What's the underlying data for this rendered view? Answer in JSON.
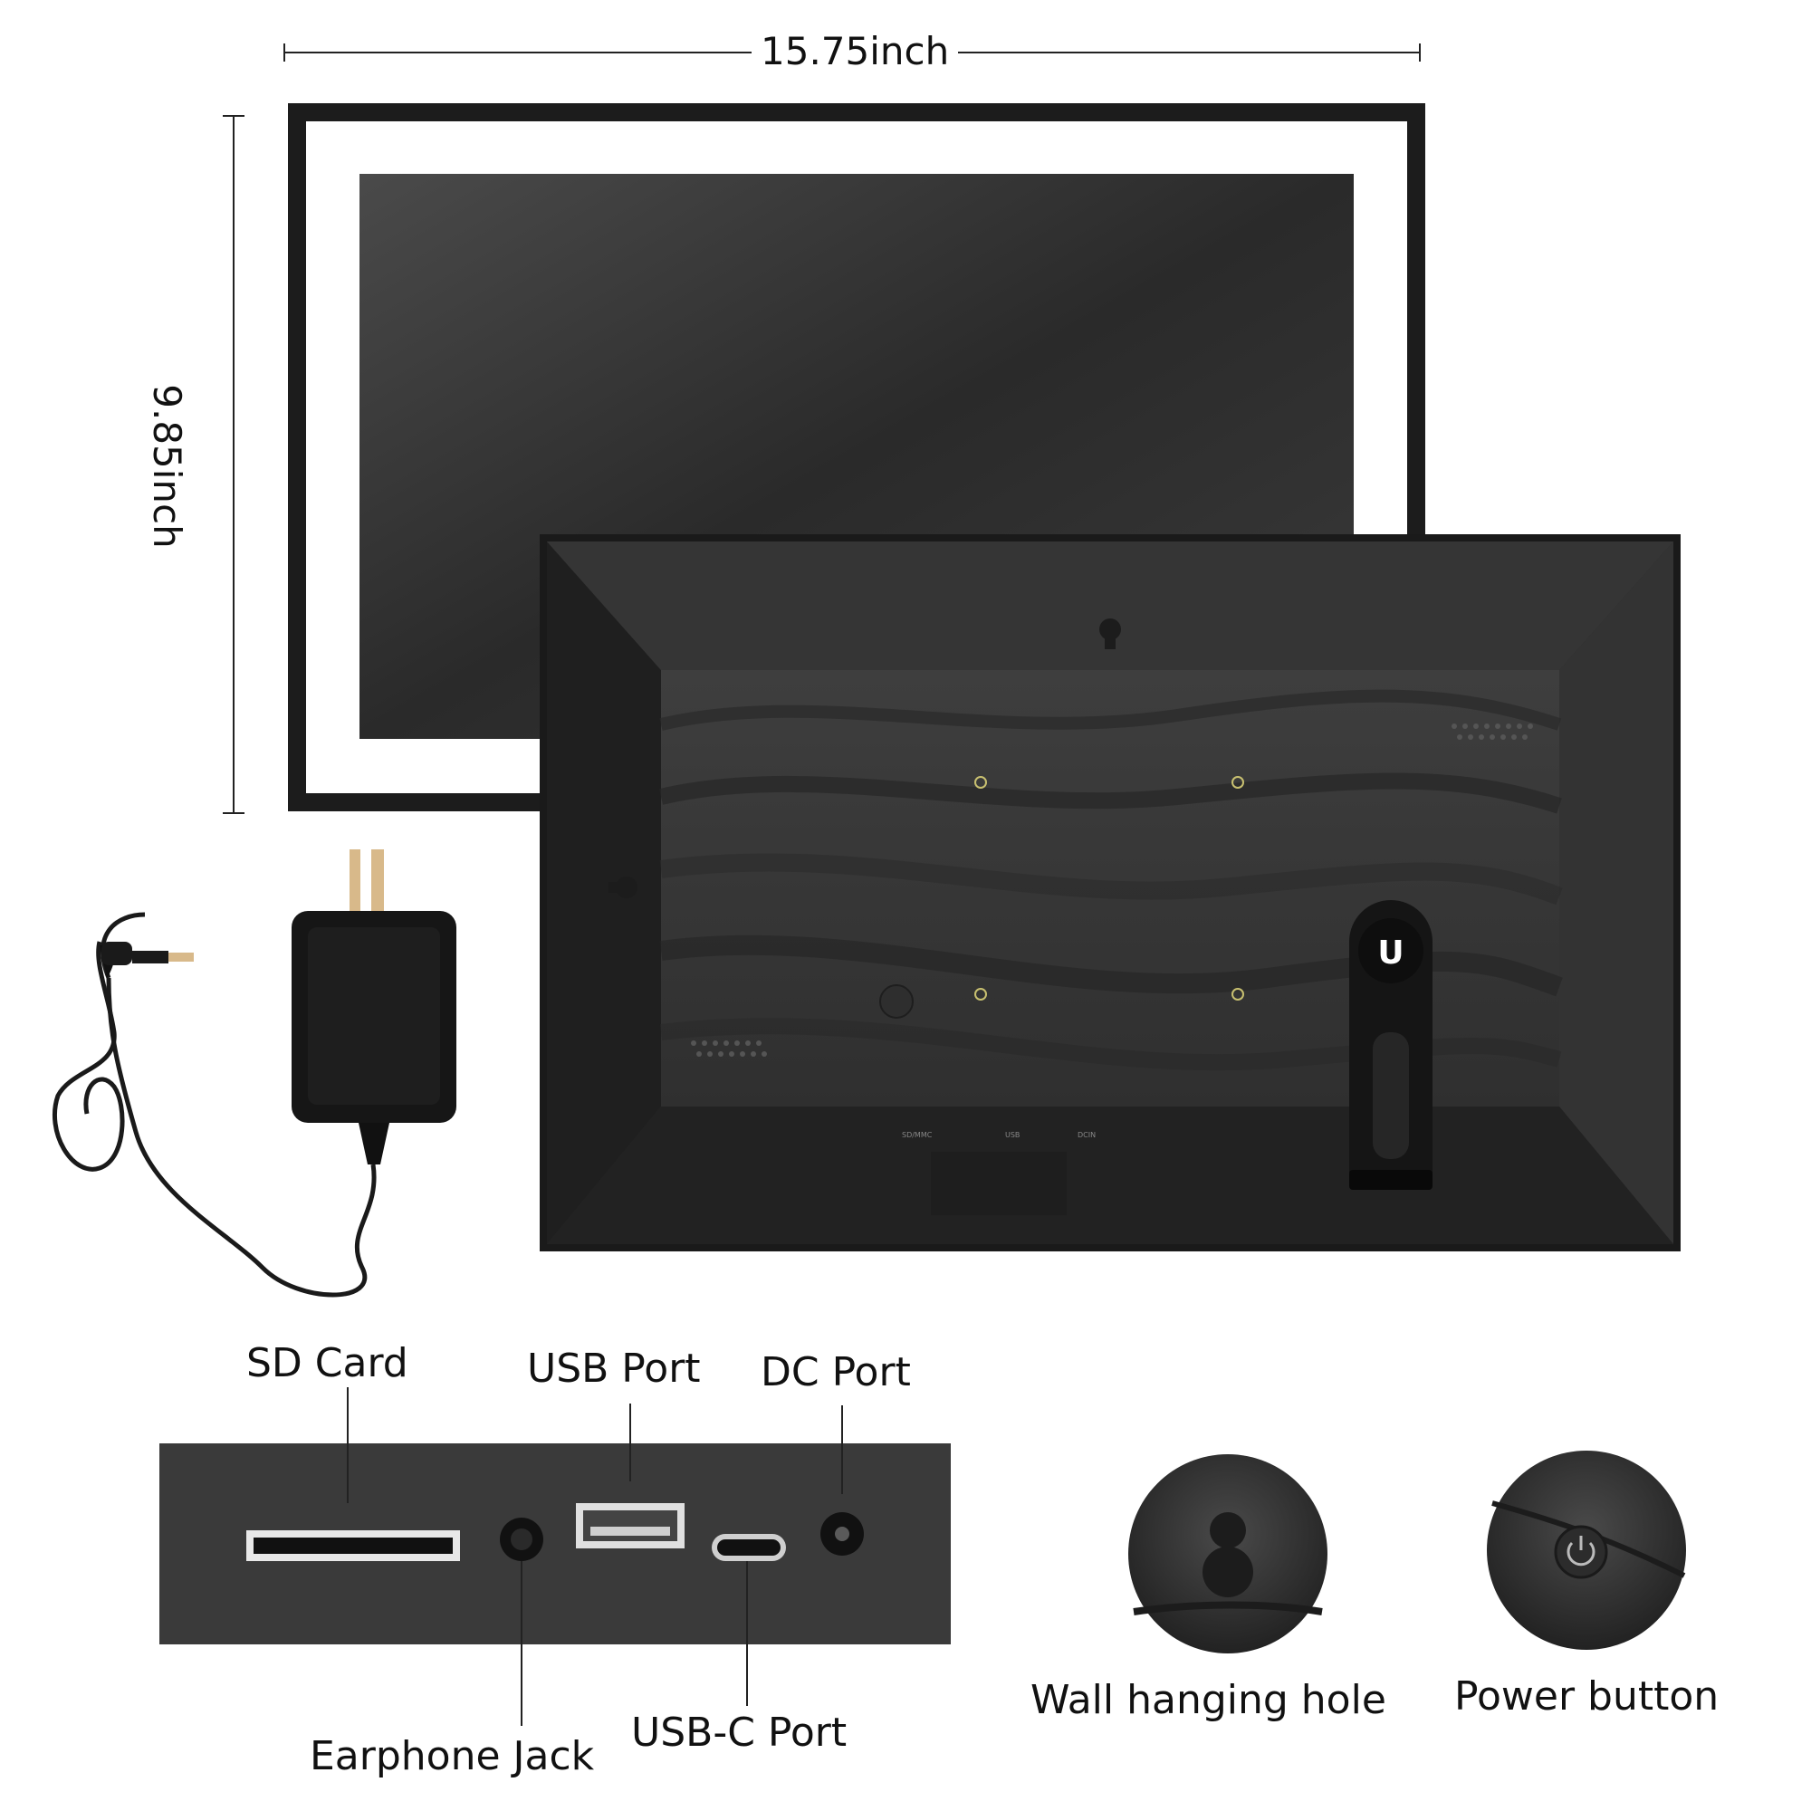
{
  "dimensions": {
    "width": "15.75inch",
    "height": "9.85inch"
  },
  "callouts": {
    "sd_card": "SD Card",
    "usb_port": "USB Port",
    "dc_port": "DC Port",
    "earphone_jack": "Earphone Jack",
    "usb_c_port": "USB-C Port",
    "wall_hanging_hole": "Wall hanging hole",
    "power_button": "Power button"
  },
  "device_back_labels": [
    "SD/MMC",
    "USB",
    "DCIN"
  ],
  "stand_logo": "U",
  "colors": {
    "frame_outer": "#1c1c1c",
    "mat": "#ffffff",
    "screen": "#2b2b2b",
    "device_back": "#2a2a2a",
    "port_panel": "#3a3a3a",
    "text": "#111111"
  }
}
